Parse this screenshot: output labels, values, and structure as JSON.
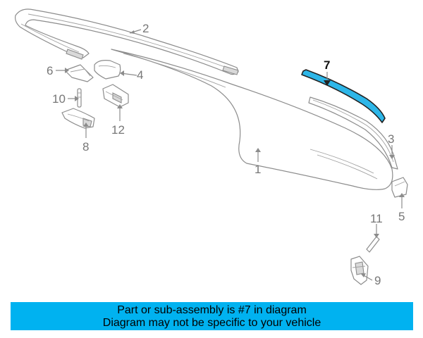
{
  "labels": {
    "p1": "1",
    "p2": "2",
    "p3": "3",
    "p4": "4",
    "p5": "5",
    "p6": "6",
    "p7": "7",
    "p8": "8",
    "p9": "9",
    "p10": "10",
    "p11": "11",
    "p12": "12"
  },
  "banner": {
    "line1": "Part or sub-assembly is #7 in diagram",
    "line2": "Diagram may not be specific to your vehicle"
  },
  "colors": {
    "banner_bg": "#00b2f0",
    "highlight_fill": "#2db6e8",
    "outline": "#8c8c8c"
  }
}
